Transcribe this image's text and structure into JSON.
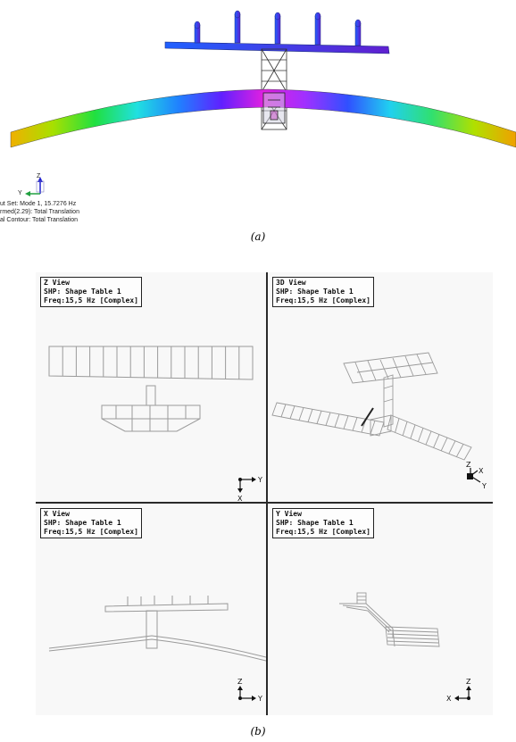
{
  "fe_panel": {
    "lines": [
      "ut Set: Mode 1, 15.7276 Hz",
      "rmed(2.29): Total Translation",
      "al Contour: Total Translation"
    ],
    "triad": {
      "z": "Z",
      "y": "Y"
    },
    "caption": "(a)"
  },
  "views": [
    {
      "title": "Z View",
      "shape": "SHP: Shape Table 1",
      "freq": "Freq:15,5 Hz [Complex]",
      "axes": {
        "a": "Y",
        "b": "X"
      }
    },
    {
      "title": "3D View",
      "shape": "SHP: Shape Table 1",
      "freq": "Freq:15,5 Hz [Complex]",
      "axes": {
        "a": "Z",
        "b": "X",
        "c": "Y"
      }
    },
    {
      "title": "X View",
      "shape": "SHP: Shape Table 1",
      "freq": "Freq:15,5 Hz [Complex]",
      "axes": {
        "a": "Z",
        "b": "Y"
      }
    },
    {
      "title": "Y View",
      "shape": "SHP: Shape Table 1",
      "freq": "Freq:15,5 Hz [Complex]",
      "axes": {
        "a": "Z",
        "b": "X"
      }
    }
  ],
  "caption_b": "(b)",
  "colors": {
    "contour_stops": [
      "#f0b000",
      "#a8e000",
      "#20e040",
      "#20e0e0",
      "#2080ff",
      "#6020ff",
      "#e020e0",
      "#a030ff",
      "#3050ff",
      "#20d0f0",
      "#30e070",
      "#b0e000",
      "#f0a000"
    ],
    "tail_start": "#2060ff",
    "tail_end": "#6020d0",
    "wireframe": "#9a9a9a"
  }
}
